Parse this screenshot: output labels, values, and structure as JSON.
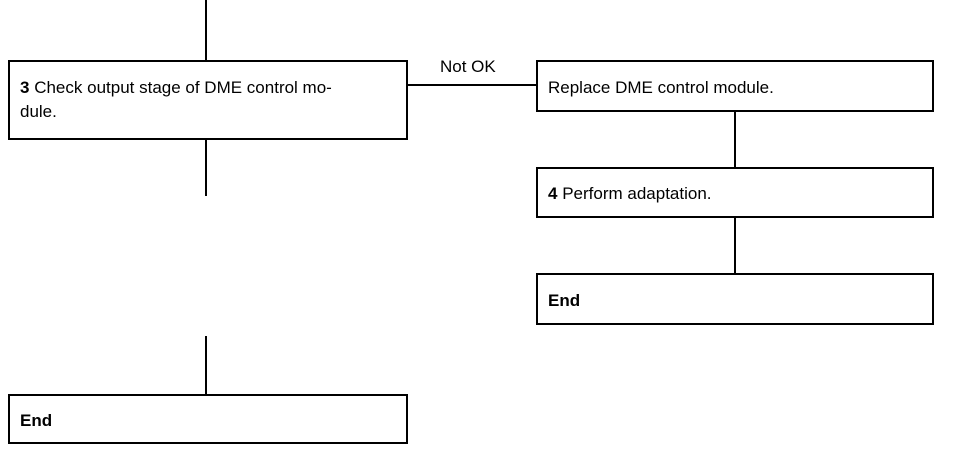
{
  "steps": {
    "step3": {
      "number": "3",
      "text_line1": "Check output stage of DME control mo-",
      "text_line2": "dule."
    },
    "replace": {
      "text": "Replace DME control module."
    },
    "step4": {
      "number": "4",
      "text": "Perform adaptation."
    },
    "end_right": {
      "text": "End"
    },
    "end_left": {
      "text": "End"
    }
  },
  "connectors": {
    "not_ok_label": "Not OK"
  }
}
